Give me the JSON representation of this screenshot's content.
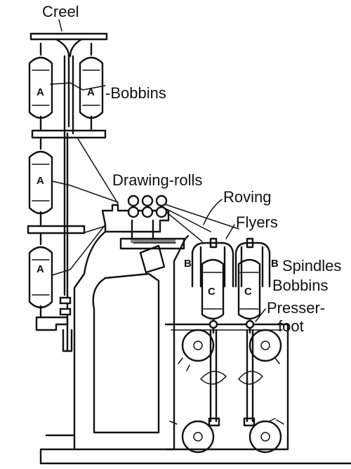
{
  "labels": {
    "creel": "Creel",
    "bobbins_top": "-Bobbins",
    "drawing_rolls": "Drawing-rolls",
    "roving": "Roving",
    "flyers": "Flyers",
    "spindles": "Spindles",
    "bobbins_right": "Bobbins",
    "presser_1": "Presser-",
    "presser_2": "foot",
    "a": "A",
    "b": "B",
    "c": "C"
  }
}
